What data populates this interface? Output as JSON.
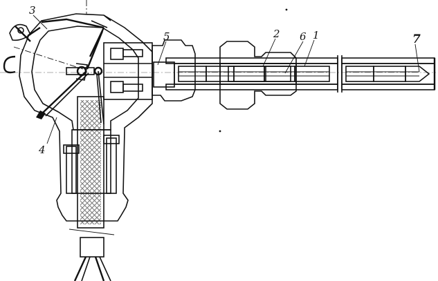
{
  "diagram": {
    "callouts": [
      {
        "id": "c3",
        "text": "3"
      },
      {
        "id": "c5",
        "text": "5"
      },
      {
        "id": "c2",
        "text": "2"
      },
      {
        "id": "c6",
        "text": "6"
      },
      {
        "id": "c1",
        "text": "1"
      },
      {
        "id": "c7",
        "text": "7"
      },
      {
        "id": "c4",
        "text": "4"
      }
    ]
  }
}
